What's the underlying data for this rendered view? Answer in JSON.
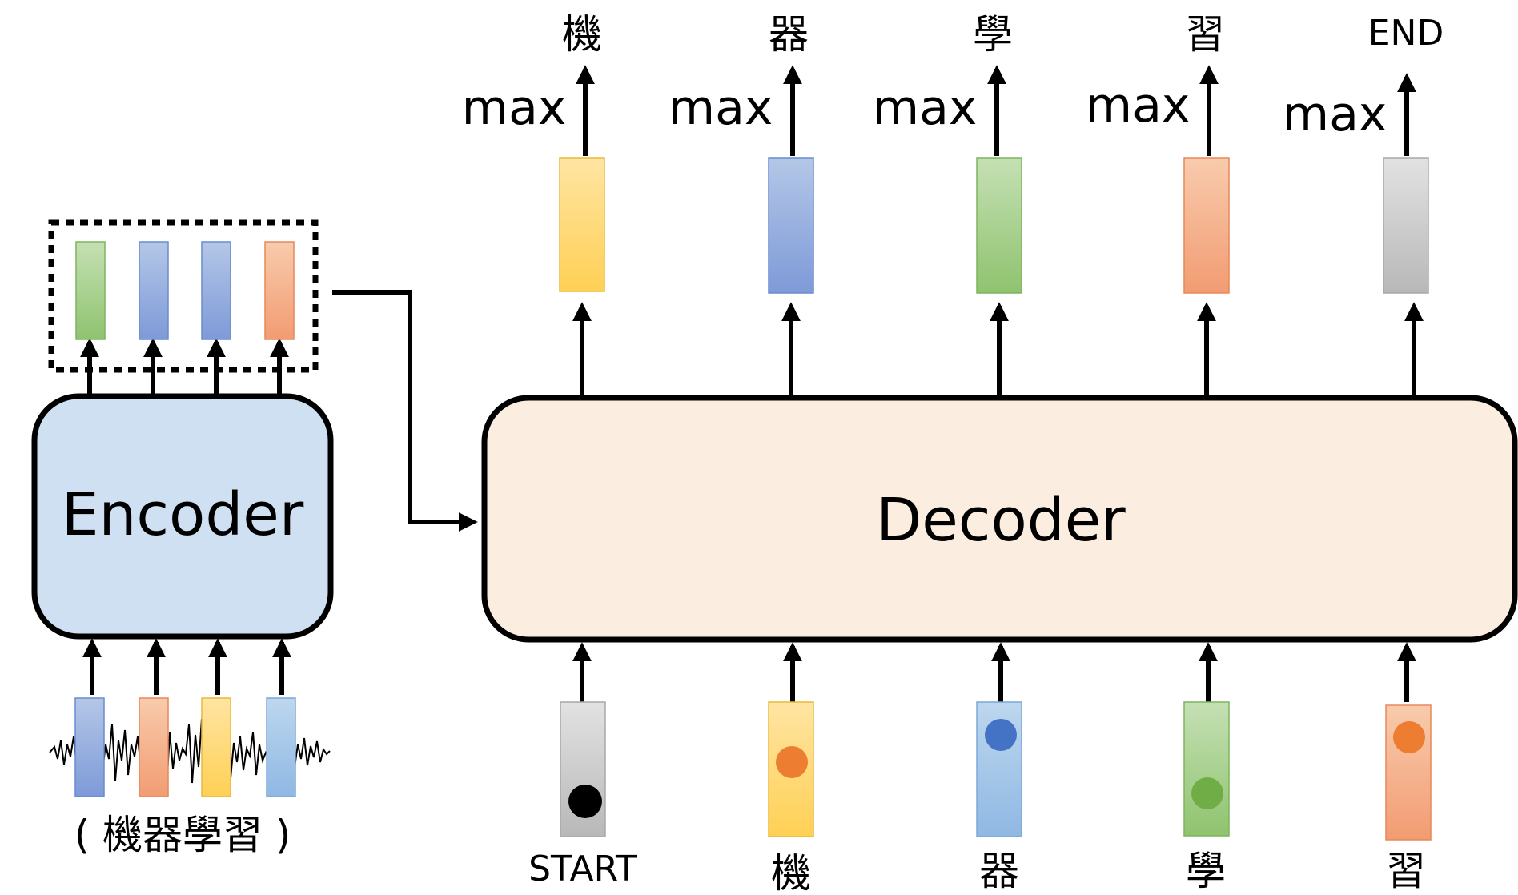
{
  "encoder": {
    "label": "Encoder",
    "input_caption": "( 機器學習 )"
  },
  "decoder": {
    "label": "Decoder",
    "max_label": "max",
    "outputs": [
      "機",
      "器",
      "學",
      "習",
      "END"
    ],
    "inputs": [
      "START",
      "機",
      "器",
      "學",
      "習"
    ]
  },
  "colors": {
    "encoder_fill": "#cfe0f3",
    "decoder_fill": "#fbeee0",
    "green": "#a9d18e",
    "blue": "#8faadc",
    "orange": "#f4b183",
    "yellow": "#ffd966",
    "gray": "#c9c9c9",
    "light_blue": "#9dc3e6",
    "dot_black": "#000000",
    "dot_orange": "#ed7d31",
    "dot_blue": "#4472c4",
    "dot_green": "#70ad47"
  }
}
